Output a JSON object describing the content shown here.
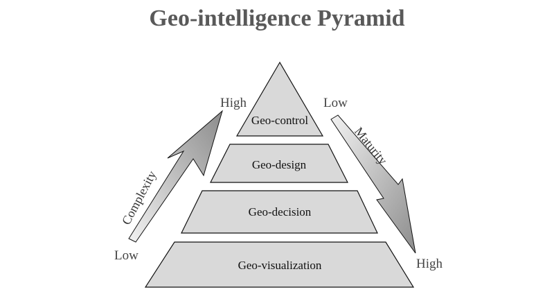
{
  "title": "Geo-intelligence Pyramid",
  "tiers": [
    {
      "label": "Geo-control"
    },
    {
      "label": "Geo-design"
    },
    {
      "label": "Geo-decision"
    },
    {
      "label": "Geo-visualization"
    }
  ],
  "complexity_axis": {
    "name": "Complexity",
    "top_label": "High",
    "bottom_label": "Low"
  },
  "maturity_axis": {
    "name": "Maturity",
    "top_label": "Low",
    "bottom_label": "High"
  },
  "colors": {
    "tier_fill": "#d9d9d9",
    "title": "#595959",
    "outline": "#111111"
  }
}
